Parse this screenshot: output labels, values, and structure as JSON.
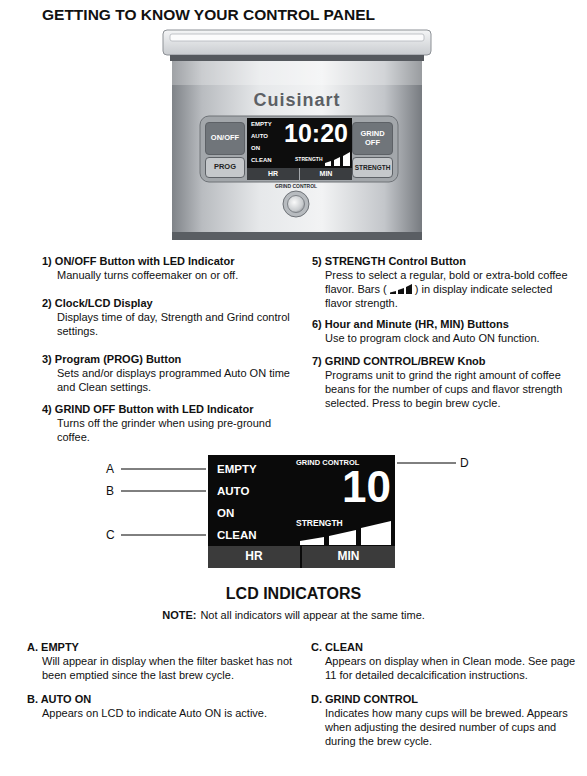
{
  "diagram": {
    "title": "GETTING TO KNOW YOUR CONTROL PANEL",
    "nodes": [
      {
        "text": [
          "ON/OFF"
        ]
      },
      {
        "text": [
          "EMPTY",
          "AUTO",
          "ON",
          "CLEAN",
          "10:20",
          "STRENGTH"
        ]
      },
      {
        "text": [
          "GRIND OFF"
        ]
      },
      {
        "text": [
          "PROG"
        ]
      },
      {
        "text": [
          "HR"
        ]
      },
      {
        "text": [
          "MIN"
        ]
      },
      {
        "text": [
          "STRENGTH"
        ]
      },
      {
        "text": [
          "EMPTY",
          "AUTO",
          "ON",
          "CLEAN",
          "GRIND CONTROL",
          "10",
          "STRENGTH"
        ]
      },
      {
        "text": [
          "HR"
        ],
        "in": 7
      },
      {
        "text": [
          "MIN"
        ],
        "in": 7
      }
    ],
    "labels": [
      "Cuisinart",
      "GRIND CONTROL",
      "1) ON/OFF Button with LED Indicator",
      "Manually turns coffeemaker on or off.",
      "2) Clock/LCD Display",
      "Displays time of day, Strength and Grind control settings.",
      "3) Program (PROG) Button",
      "Sets and/or displays programmed Auto ON time and Clean settings.",
      "4) GRIND OFF Button with LED Indicator",
      "Turns off the grinder when using pre-ground coffee.",
      "5) STRENGTH Control Button",
      "Press to select a regular, bold or extra-bold coffee flavor. Bars (",
      ") in display indicate selected flavor strength.",
      "6) Hour and Minute (HR, MIN) Buttons",
      "Use to program clock and Auto ON function.",
      "7) GRIND CONTROL/BREW Knob",
      "Programs unit to grind the right amount of coffee beans for the number of cups and flavor strength selected. Press to begin brew cycle.",
      "A",
      "B",
      "C",
      "D",
      "LCD INDICATORS",
      "NOTE:",
      "Not all indicators will appear at the same time.",
      "A. EMPTY",
      "Will appear in display when the filter basket has not been emptied since the last brew cycle.",
      "B. AUTO ON",
      "Appears on LCD to indicate Auto ON is active.",
      "C. CLEAN",
      "Appears on display when in Clean mode. See page 11 for detailed decalcification instructions.",
      "D. GRIND CONTROL",
      "Indicates how many cups will be brewed. Appears when adjusting the desired number of cups and during the brew cycle."
    ]
  }
}
